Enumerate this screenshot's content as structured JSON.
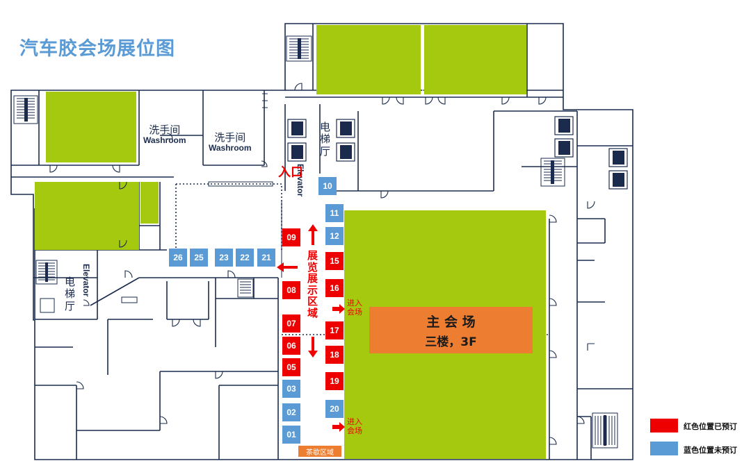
{
  "title": "汽车胶会场展位图",
  "labels": {
    "washroom_cn": "洗手间",
    "washroom_en": "Washroom",
    "elevator_cn": "电梯厅",
    "elevator_en": "Elevator",
    "entrance": "入口",
    "exhibit_zone": "展览展示区域",
    "enter_venue": "进入会场",
    "main_venue_1": "主 会 场",
    "main_venue_2": "三楼，3F",
    "tea_break": "茶歇区域"
  },
  "booths": [
    {
      "id": "01",
      "status": "unbooked"
    },
    {
      "id": "02",
      "status": "unbooked"
    },
    {
      "id": "03",
      "status": "unbooked"
    },
    {
      "id": "05",
      "status": "booked"
    },
    {
      "id": "06",
      "status": "booked"
    },
    {
      "id": "07",
      "status": "booked"
    },
    {
      "id": "08",
      "status": "booked"
    },
    {
      "id": "09",
      "status": "booked"
    },
    {
      "id": "10",
      "status": "unbooked"
    },
    {
      "id": "11",
      "status": "unbooked"
    },
    {
      "id": "12",
      "status": "unbooked"
    },
    {
      "id": "15",
      "status": "booked"
    },
    {
      "id": "16",
      "status": "booked"
    },
    {
      "id": "17",
      "status": "booked"
    },
    {
      "id": "18",
      "status": "booked"
    },
    {
      "id": "19",
      "status": "booked"
    },
    {
      "id": "20",
      "status": "unbooked"
    },
    {
      "id": "21",
      "status": "unbooked"
    },
    {
      "id": "22",
      "status": "unbooked"
    },
    {
      "id": "23",
      "status": "unbooked"
    },
    {
      "id": "25",
      "status": "unbooked"
    },
    {
      "id": "26",
      "status": "unbooked"
    }
  ],
  "legend": [
    {
      "label": "红色位置已预订",
      "color": "#ee0000"
    },
    {
      "label": "蓝色位置未预订",
      "color": "#5b9bd5"
    }
  ],
  "colors": {
    "wall": "#1a2b4d",
    "green": "#a5c90f",
    "orange": "#ed7d31",
    "red": "#ee0000",
    "blue": "#5b9bd5"
  }
}
